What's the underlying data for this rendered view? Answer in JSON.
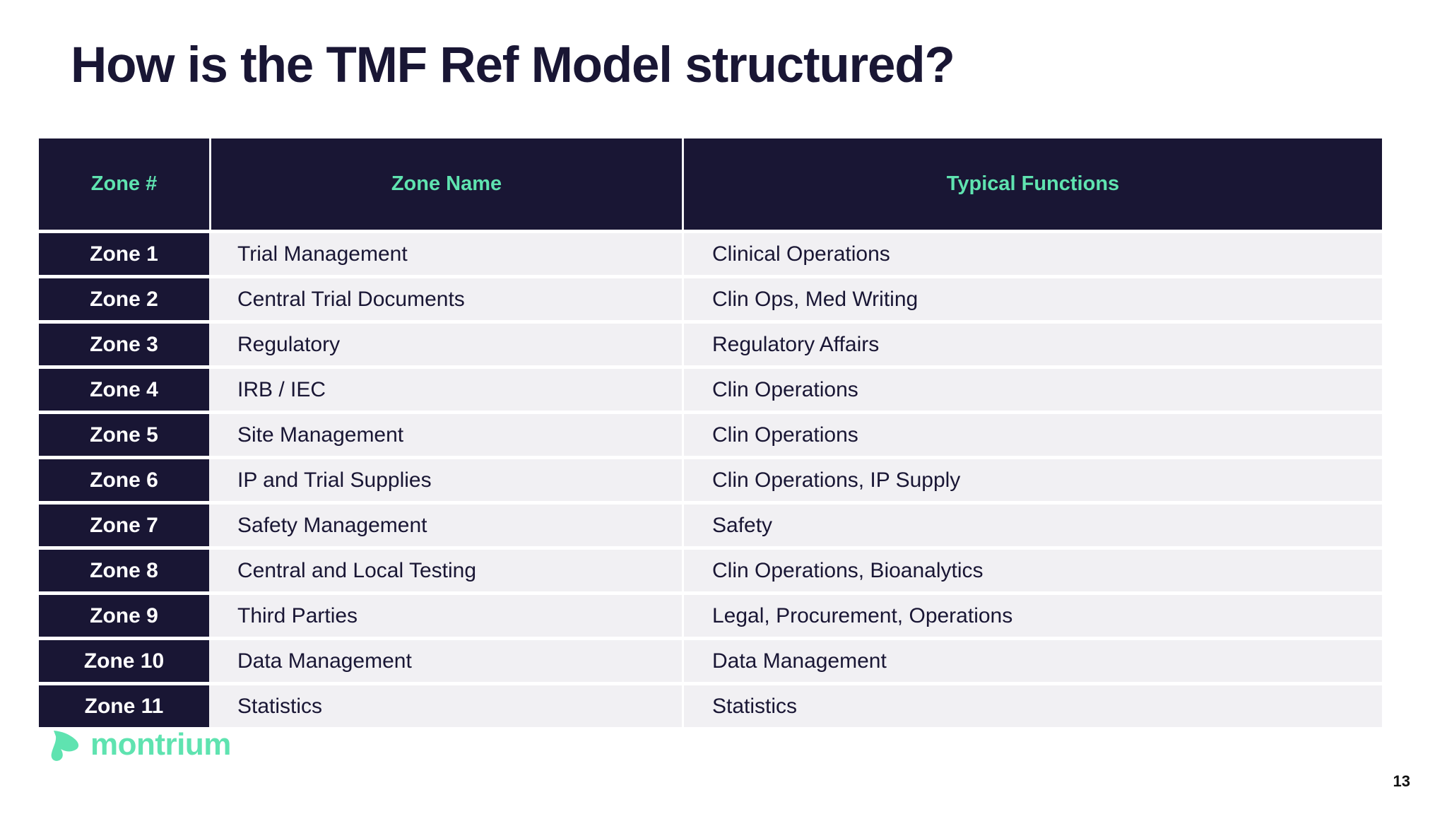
{
  "slide": {
    "title": "How is the TMF Ref Model structured?",
    "page_number": "13"
  },
  "colors": {
    "navy": "#191634",
    "mint": "#5fe3b0",
    "row_background": "#f1f0f3",
    "slide_background": "#ffffff",
    "body_text": "#191634"
  },
  "table": {
    "headers": {
      "zone": "Zone #",
      "name": "Zone Name",
      "functions": "Typical Functions"
    },
    "rows": [
      {
        "zone": "Zone 1",
        "name": "Trial Management",
        "functions": "Clinical Operations"
      },
      {
        "zone": "Zone 2",
        "name": "Central Trial Documents",
        "functions": "Clin Ops, Med Writing"
      },
      {
        "zone": "Zone 3",
        "name": "Regulatory",
        "functions": "Regulatory Affairs"
      },
      {
        "zone": "Zone 4",
        "name": "IRB / IEC",
        "functions": "Clin Operations"
      },
      {
        "zone": "Zone 5",
        "name": "Site Management",
        "functions": "Clin Operations"
      },
      {
        "zone": "Zone 6",
        "name": "IP and Trial Supplies",
        "functions": "Clin Operations, IP Supply"
      },
      {
        "zone": "Zone 7",
        "name": "Safety Management",
        "functions": "Safety"
      },
      {
        "zone": "Zone 8",
        "name": "Central and Local Testing",
        "functions": "Clin Operations, Bioanalytics"
      },
      {
        "zone": "Zone 9",
        "name": "Third Parties",
        "functions": "Legal, Procurement, Operations"
      },
      {
        "zone": "Zone 10",
        "name": "Data Management",
        "functions": "Data Management"
      },
      {
        "zone": "Zone 11",
        "name": "Statistics",
        "functions": "Statistics"
      }
    ]
  },
  "branding": {
    "wordmark": "montrium",
    "mark_icon": "montrium-leaf-icon"
  }
}
